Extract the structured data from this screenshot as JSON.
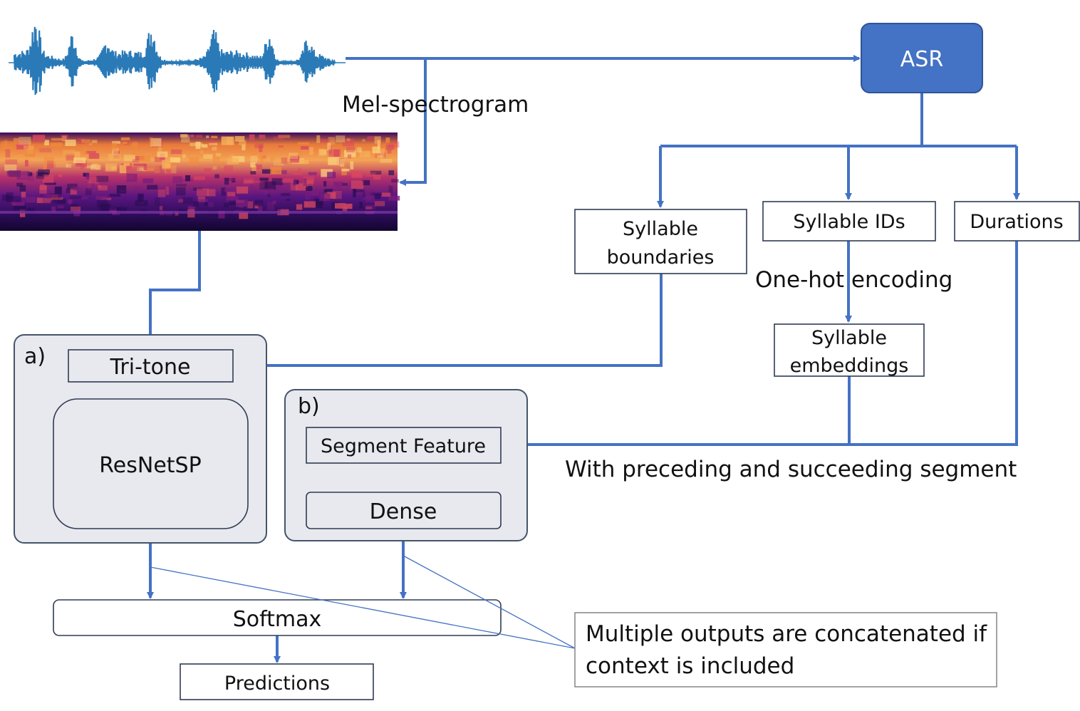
{
  "colors": {
    "arrow": "#4472c4",
    "asr_fill": "#4472c4",
    "asr_border": "#2f5597",
    "panel_fill": "#e8e9ee",
    "panel_border": "#44546a",
    "box_border": "#2f3b53",
    "waveform": "#2a7ab8",
    "callout_line": "#4472c4"
  },
  "icons": {
    "waveform": "audio-waveform-image",
    "spectrogram": "mel-spectrogram-image"
  },
  "nodes": {
    "asr": "ASR",
    "syllable_boundaries_line1": "Syllable",
    "syllable_boundaries_line2": "boundaries",
    "syllable_ids": "Syllable IDs",
    "durations": "Durations",
    "syllable_embeddings_line1": "Syllable",
    "syllable_embeddings_line2": "embeddings",
    "tri_tone": "Tri-tone",
    "resnetsp": "ResNetSP",
    "segment_feature": "Segment Feature",
    "dense": "Dense",
    "softmax": "Softmax",
    "predictions": "Predictions"
  },
  "panels": {
    "a": "a)",
    "b": "b)"
  },
  "edge_labels": {
    "mel_spectrogram": "Mel-spectrogram",
    "one_hot_encoding": "One-hot encoding",
    "context_segments": "With preceding and succeeding segment"
  },
  "note": {
    "line1": "Multiple outputs are concatenated if",
    "line2": "context is included"
  }
}
